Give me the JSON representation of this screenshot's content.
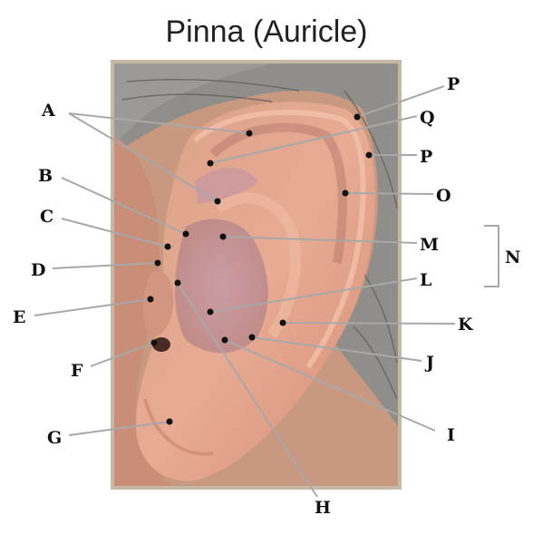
{
  "title": "Pinna (Auricle)",
  "labels": [
    {
      "id": "A",
      "text": "A"
    },
    {
      "id": "B",
      "text": "B"
    },
    {
      "id": "C",
      "text": "C"
    },
    {
      "id": "D",
      "text": "D"
    },
    {
      "id": "E",
      "text": "E"
    },
    {
      "id": "F",
      "text": "F"
    },
    {
      "id": "G",
      "text": "G"
    },
    {
      "id": "H",
      "text": "H"
    },
    {
      "id": "I",
      "text": "I"
    },
    {
      "id": "J",
      "text": "J"
    },
    {
      "id": "K",
      "text": "K"
    },
    {
      "id": "L",
      "text": "L"
    },
    {
      "id": "M",
      "text": "M"
    },
    {
      "id": "N",
      "text": "N"
    },
    {
      "id": "O",
      "text": "O"
    },
    {
      "id": "P1",
      "text": "P"
    },
    {
      "id": "P2",
      "text": "P"
    },
    {
      "id": "Q",
      "text": "Q"
    }
  ],
  "colors": {
    "leader": "#a8a8a8",
    "frame": "#c7b9a6",
    "skin": "#e3a48c",
    "hair": "#8c8c8a"
  }
}
